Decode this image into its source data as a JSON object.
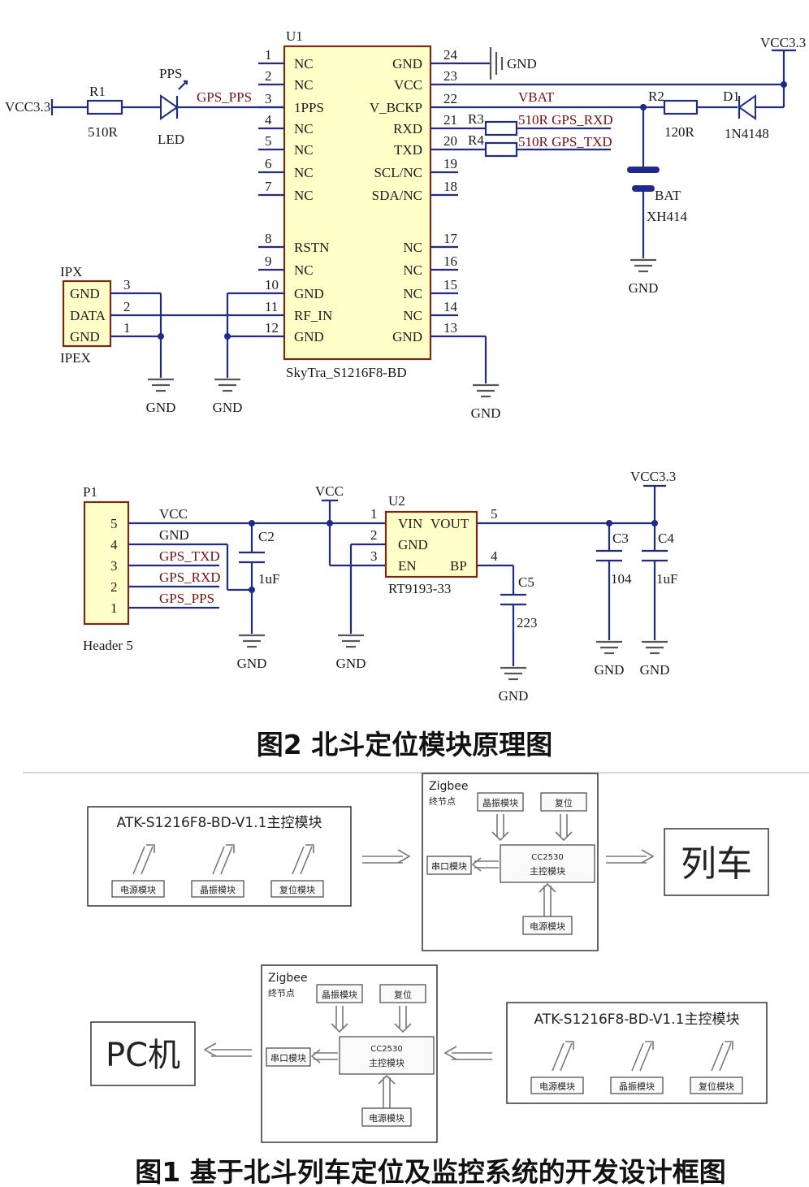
{
  "schematic": {
    "top_labels": {
      "vcc_left": "VCC3.3",
      "vcc_right": "VCC3.3",
      "r1": "R1",
      "r1_val": "510R",
      "pps": "PPS",
      "led": "LED",
      "gps_pps": "GPS_PPS",
      "u1": "U1",
      "u1_part": "SkyTra_S1216F8-BD",
      "vbat": "VBAT",
      "r2": "R2",
      "r2_val": "120R",
      "d1": "D1",
      "d1_part": "1N4148",
      "r3": "R3",
      "r4": "R4",
      "r3_net": "510R GPS_RXD",
      "r4_net": "510R GPS_TXD",
      "bat": "BAT",
      "bat_part": "XH414",
      "gnd_net": "GND",
      "ipx": "IPX",
      "ipex": "IPEX"
    },
    "ipx_pins": [
      "GND",
      "DATA",
      "GND"
    ],
    "ipx_nums": [
      "3",
      "2",
      "1"
    ],
    "u1_left_nums": [
      "1",
      "2",
      "3",
      "4",
      "5",
      "6",
      "7",
      "8",
      "9",
      "10",
      "11",
      "12"
    ],
    "u1_left_pins": [
      "NC",
      "NC",
      "1PPS",
      "NC",
      "NC",
      "NC",
      "NC",
      "RSTN",
      "NC",
      "GND",
      "RF_IN",
      "GND"
    ],
    "u1_right_nums": [
      "24",
      "23",
      "22",
      "21",
      "20",
      "19",
      "18",
      "17",
      "16",
      "15",
      "14",
      "13"
    ],
    "u1_right_pins": [
      "GND",
      "VCC",
      "V_BCKP",
      "RXD",
      "TXD",
      "SCL/NC",
      "SDA/NC",
      "NC",
      "NC",
      "NC",
      "NC",
      "GND"
    ],
    "gnd": "GND",
    "bottom": {
      "p1": "P1",
      "header": "Header 5",
      "p1_nums": [
        "5",
        "4",
        "3",
        "2",
        "1"
      ],
      "p1_nets": [
        "VCC",
        "GND",
        "GPS_TXD",
        "GPS_RXD",
        "GPS_PPS"
      ],
      "c2": "C2",
      "c2_val": "1uF",
      "vcc": "VCC",
      "u2": "U2",
      "u2_part": "RT9193-33",
      "u2_pins": [
        "VIN",
        "VOUT",
        "GND",
        "EN",
        "BP"
      ],
      "u2_nums": [
        "1",
        "2",
        "3",
        "5",
        "4"
      ],
      "c5": "C5",
      "c5_val": "223",
      "vcc33": "VCC3.3",
      "c3": "C3",
      "c3_val": "104",
      "c4": "C4",
      "c4_val": "1uF"
    }
  },
  "caption2": "图2   北斗定位模块原理图",
  "block": {
    "atk_title": "ATK-S1216F8-BD-V1.1主控模块",
    "atk_sub": [
      "电源模块",
      "晶振模块",
      "复位模块"
    ],
    "zigbee": "Zigbee",
    "node": "终节点",
    "z_top": [
      "晶振模块",
      "复位"
    ],
    "z_serial": "串口模块",
    "z_main_1": "CC2530",
    "z_main_2": "主控模块",
    "z_power": "电源模块",
    "train": "列车",
    "pc": "PC机"
  },
  "caption1": "图1  基于北斗列车定位及监控系统的开发设计框图"
}
